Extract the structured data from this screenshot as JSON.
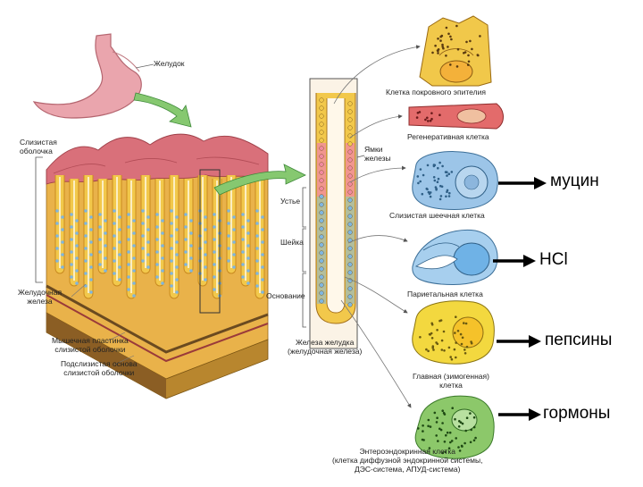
{
  "labels": {
    "stomach": "Желудок",
    "mucosa": [
      "Слизистая",
      "оболочка"
    ],
    "pit": [
      "Ямки",
      "железы"
    ],
    "mouth": "Устье",
    "neck": "Шейка",
    "base": "Основание",
    "gastric_gland": [
      "Желудочная",
      "железа"
    ],
    "muscularis": [
      "Мышечная пластинка",
      "слизистой оболочки"
    ],
    "submucosa": [
      "Подслизистая основа",
      "слизистой оболочки"
    ],
    "fundic_gland": [
      "Железа желудка",
      "(желудочная железа)"
    ],
    "cell_surface": "Клетка покровного эпителия",
    "cell_regen": "Регенеративная клетка",
    "cell_mucous": "Слизистая шеечная клетка",
    "cell_parietal": "Париетальная клетка",
    "cell_chief": [
      "Главная (зимогенная)",
      "клетка"
    ],
    "cell_endocrine": [
      "Энтероэндокринная клетка",
      "(клетка диффузной эндокринной системы,",
      "ДЭС-система, АПУД-система)"
    ]
  },
  "products": {
    "mucin": "муцин",
    "hcl": "HCl",
    "pepsin": "пепсины",
    "hormones": "гормоны"
  },
  "colors": {
    "stomach": "#e9a0a8",
    "mucosa_top": "#d9707a",
    "gland": "#f2c84b",
    "gland_edge": "#c98a1f",
    "wall": "#e9b24a",
    "blue_cell": "#7fb6e0",
    "red_cell": "#d96060",
    "yellow_cell": "#f1d33a",
    "green_cell": "#7cbf5a",
    "arrow_green": "#7fc26a"
  }
}
